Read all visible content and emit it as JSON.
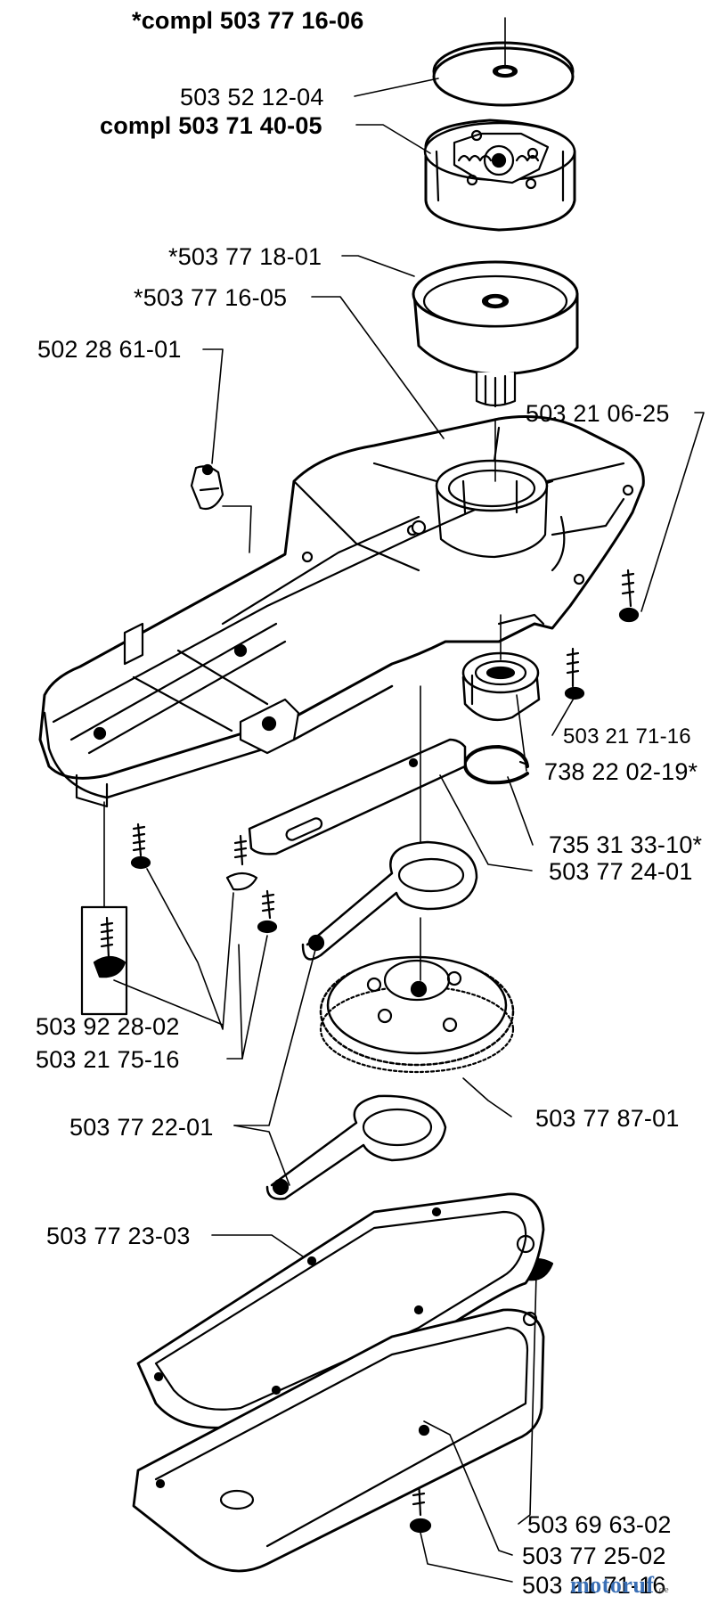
{
  "labels": {
    "l1": "*compl 503 77 16-06",
    "l2": "503 52 12-04",
    "l3": "compl 503 71 40-05",
    "l4": "*503 77 18-01",
    "l5": "*503 77 16-05",
    "l6": "502 28 61-01",
    "l7": "503 21 06-25",
    "l8": "503 21 71-16",
    "l9": "738 22 02-19*",
    "l10": "735 31 33-10*",
    "l11": "503 77 24-01",
    "l12": "503 92 28-02",
    "l13": "503 21 75-16",
    "l14": "503 77 87-01",
    "l15": "503 77 22-01",
    "l16": "503 77 23-03",
    "l17": "503 69 63-02",
    "l18": "503 77 25-02",
    "l19": "503 21 71-16"
  },
  "watermark": {
    "text": "motoruf",
    "suffix": ".de"
  }
}
